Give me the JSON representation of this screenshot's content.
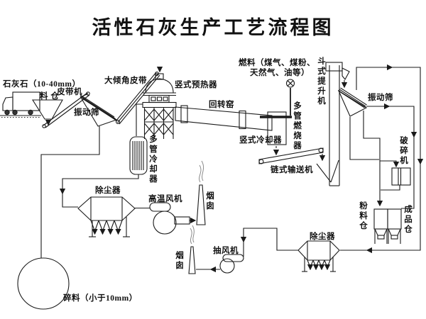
{
  "title": "活性石灰生产工艺流程图",
  "colors": {
    "line": "#1a1a1a",
    "smoke": "#8a8a8a",
    "background": "#ffffff"
  },
  "labels": {
    "limestone": "石灰石（10-40mm）",
    "feed_bin": "料 仓",
    "belt_conveyor": "皮带机",
    "vibrating_screen_1": "振动筛",
    "incline_belt": "大倾角皮带",
    "preheater": "竖式预热器",
    "rotary_kiln": "回转窑",
    "fuel_line1": "燃料（煤气、煤粉、",
    "fuel_line2": "天然气、油等）",
    "burner": "多管燃烧器",
    "vertical_cooler": "竖式冷却器",
    "chain_conveyor": "链式输送机",
    "bucket_elevator": "斗式提升机",
    "vibrating_screen_2": "振动筛",
    "crusher": "破碎机",
    "powder_bin": "粉料仓",
    "product_bin": "成品仓",
    "multitube_cooler": "多管冷却器",
    "dust_collector_1": "除尘器",
    "ht_fan": "高温风机",
    "chimney_1": "烟囱",
    "exhaust_fan": "抽风机",
    "dust_collector_2": "除尘器",
    "chimney_2": "烟囱",
    "fines": "碎料（小于10mm）"
  },
  "icons": {
    "truck": "dump-truck-icon",
    "valve": "fuel-valve-icon",
    "smoke": "smoke-plume-icon"
  }
}
